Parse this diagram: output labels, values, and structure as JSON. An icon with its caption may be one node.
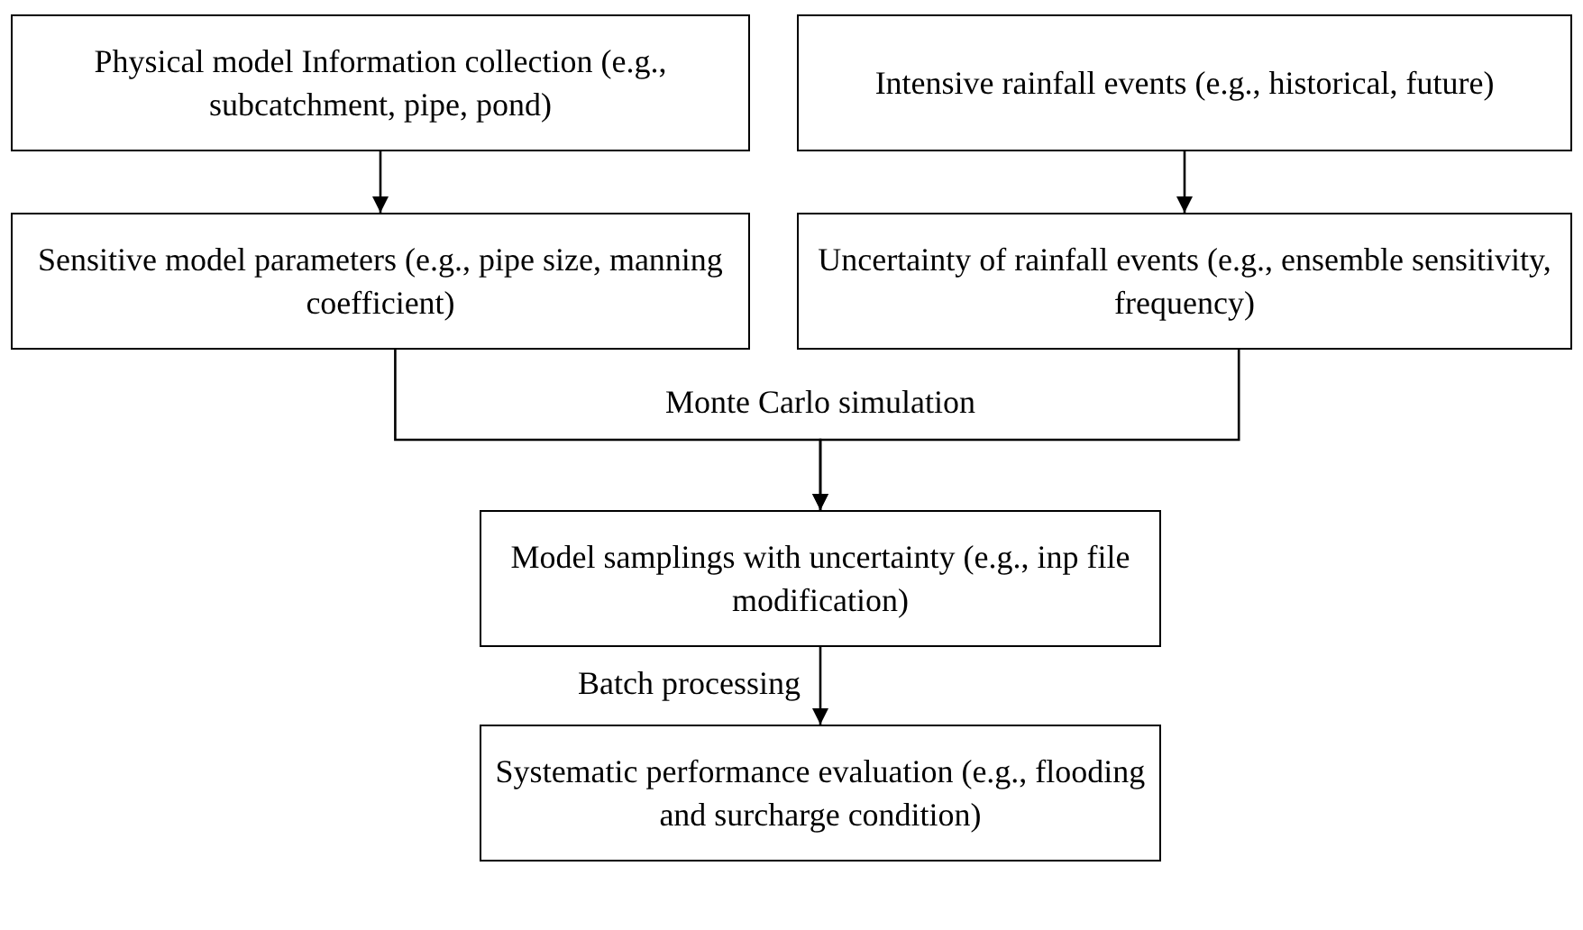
{
  "diagram": {
    "nodes": [
      {
        "text": [
          "Physical model Information collection (e.g., subcatchment, pipe, pond)"
        ]
      },
      {
        "text": [
          "Intensive rainfall events (e.g., historical, future)"
        ]
      },
      {
        "text": [
          "Sensitive model parameters (e.g., pipe size, manning coefficient)"
        ]
      },
      {
        "text": [
          "Uncertainty of rainfall events (e.g., ensemble sensitivity, frequency)"
        ]
      },
      {
        "text": [
          "Model samplings with uncertainty (e.g., inp file modification)"
        ]
      },
      {
        "text": [
          "Systematic performance evaluation (e.g., flooding and surcharge condition)"
        ]
      }
    ],
    "edges": [
      {
        "from": 0,
        "to": 2,
        "arrow": "to"
      },
      {
        "from": 1,
        "to": 3,
        "arrow": "to"
      },
      {
        "from": 2,
        "to": 4,
        "arrow": "to",
        "label": "Monte Carlo simulation"
      },
      {
        "from": 3,
        "to": 4,
        "arrow": "to"
      },
      {
        "from": 4,
        "to": 5,
        "arrow": "to",
        "label": "Batch processing"
      }
    ]
  }
}
